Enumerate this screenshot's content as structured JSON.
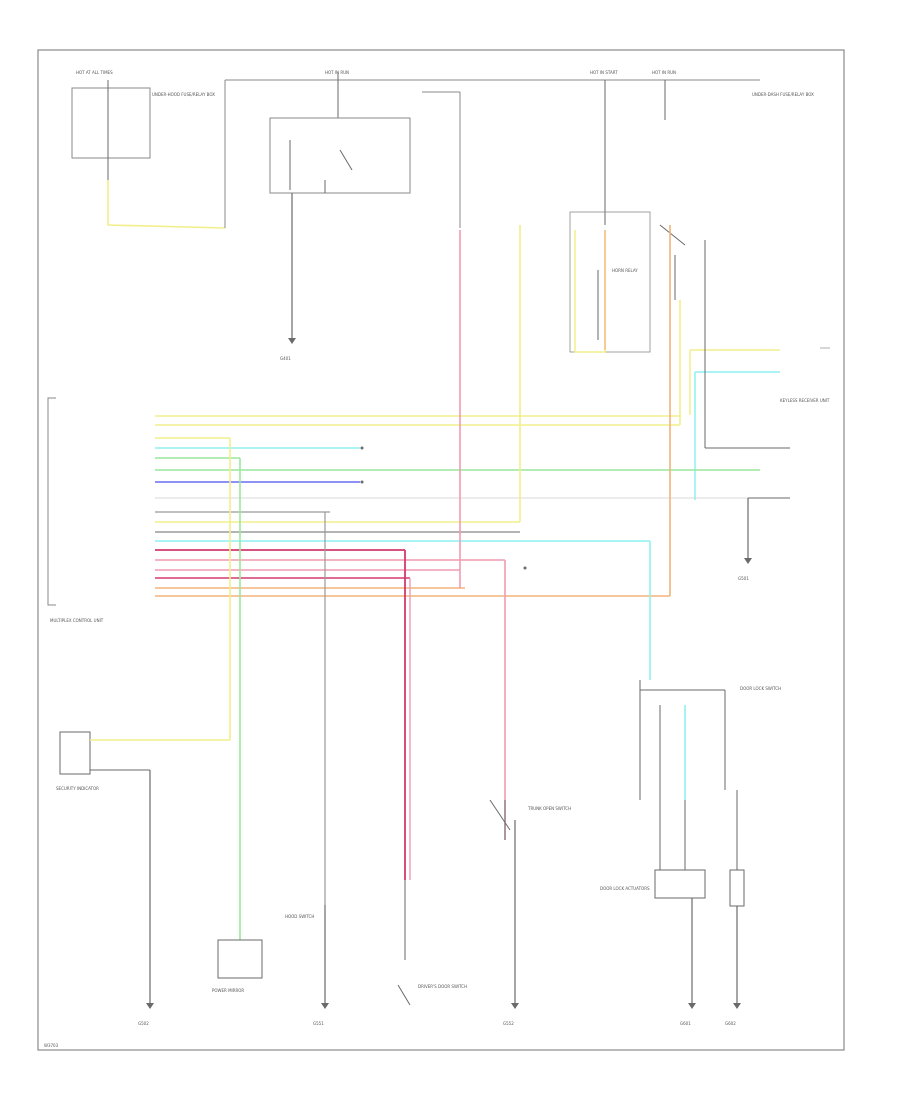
{
  "diagram": {
    "footer_code": "W3703",
    "top_labels": [
      {
        "id": "hot-ignition",
        "text": "HOT AT ALL TIMES"
      },
      {
        "id": "hot-run",
        "text": "HOT IN RUN"
      },
      {
        "id": "hot-start-1",
        "text": "HOT IN START"
      },
      {
        "id": "hot-start-2",
        "text": "HOT IN RUN"
      },
      {
        "id": "underdash-fuse",
        "text": "UNDER-DASH FUSE/RELAY BOX"
      },
      {
        "id": "underhood-fuse",
        "text": "UNDER-HOOD FUSE/RELAY BOX"
      }
    ],
    "components": [
      {
        "id": "multiplex-control-unit",
        "text": "MULTIPLEX CONTROL UNIT"
      },
      {
        "id": "keyless-receiver",
        "text": "KEYLESS RECEIVER UNIT"
      },
      {
        "id": "power-mirror",
        "text": "POWER MIRROR"
      },
      {
        "id": "driver-door-switch",
        "text": "DRIVER'S DOOR SWITCH"
      },
      {
        "id": "trunk-switch",
        "text": "TRUNK OPEN SWITCH"
      },
      {
        "id": "hood-switch",
        "text": "HOOD SWITCH"
      },
      {
        "id": "security-indicator",
        "text": "SECURITY INDICATOR"
      },
      {
        "id": "door-lock-switch",
        "text": "DOOR LOCK SWITCH"
      },
      {
        "id": "door-lock-actuators",
        "text": "DOOR LOCK ACTUATORS"
      },
      {
        "id": "horn-relay",
        "text": "HORN RELAY"
      }
    ],
    "ground_labels": [
      {
        "id": "g1",
        "text": "G401"
      },
      {
        "id": "g2",
        "text": "G501"
      },
      {
        "id": "g3",
        "text": "G502"
      },
      {
        "id": "g4",
        "text": "G551"
      },
      {
        "id": "g5",
        "text": "G552"
      },
      {
        "id": "g6",
        "text": "G601"
      },
      {
        "id": "g7",
        "text": "G602"
      }
    ],
    "wire_colors": {
      "yellow": "#f2ef8a",
      "cyan": "#8ff0f2",
      "green": "#9be79b",
      "blue": "#6a6ef2",
      "pink": "#f29bb0",
      "magenta": "#d23a6e",
      "orange": "#f2b47a",
      "black": "#6a6a6a",
      "gray": "#9a9a9a",
      "frame": "#8a8a8a"
    }
  }
}
